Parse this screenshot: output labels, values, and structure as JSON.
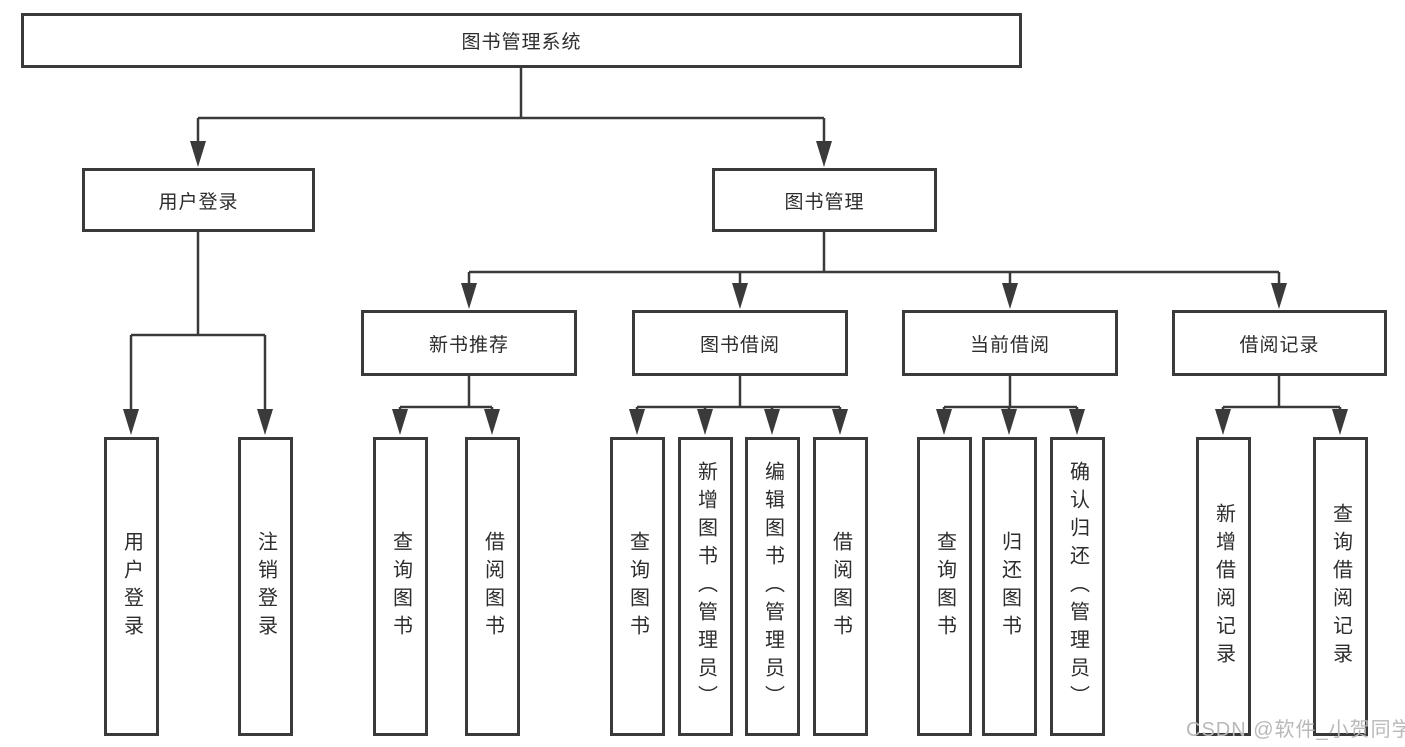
{
  "diagram": {
    "type": "hierarchy-tree",
    "colors": {
      "line": "#3a3a3a",
      "border": "#3a3a3a",
      "text": "#2d2d2d",
      "background": "#ffffff",
      "watermark": "#b9b9b9"
    },
    "root": {
      "label": "图书管理系统"
    },
    "level1": [
      {
        "label": "用户登录",
        "parent": "图书管理系统"
      },
      {
        "label": "图书管理",
        "parent": "图书管理系统"
      }
    ],
    "level2": [
      {
        "label": "新书推荐",
        "parent": "图书管理"
      },
      {
        "label": "图书借阅",
        "parent": "图书管理"
      },
      {
        "label": "当前借阅",
        "parent": "图书管理"
      },
      {
        "label": "借阅记录",
        "parent": "图书管理"
      }
    ],
    "leaves": [
      {
        "label": "用户登录",
        "parent": "用户登录"
      },
      {
        "label": "注销登录",
        "parent": "用户登录"
      },
      {
        "label": "查询图书",
        "parent": "新书推荐"
      },
      {
        "label": "借阅图书",
        "parent": "新书推荐"
      },
      {
        "label": "查询图书",
        "parent": "图书借阅"
      },
      {
        "label": "新增图书（管理员）",
        "parent": "图书借阅"
      },
      {
        "label": "编辑图书（管理员）",
        "parent": "图书借阅"
      },
      {
        "label": "借阅图书",
        "parent": "图书借阅"
      },
      {
        "label": "查询图书",
        "parent": "当前借阅"
      },
      {
        "label": "归还图书",
        "parent": "当前借阅"
      },
      {
        "label": "确认归还（管理员）",
        "parent": "当前借阅"
      },
      {
        "label": "新增借阅记录",
        "parent": "借阅记录"
      },
      {
        "label": "查询借阅记录",
        "parent": "借阅记录"
      }
    ]
  },
  "watermark": {
    "text": "CSDN @软件_小贺同学"
  }
}
